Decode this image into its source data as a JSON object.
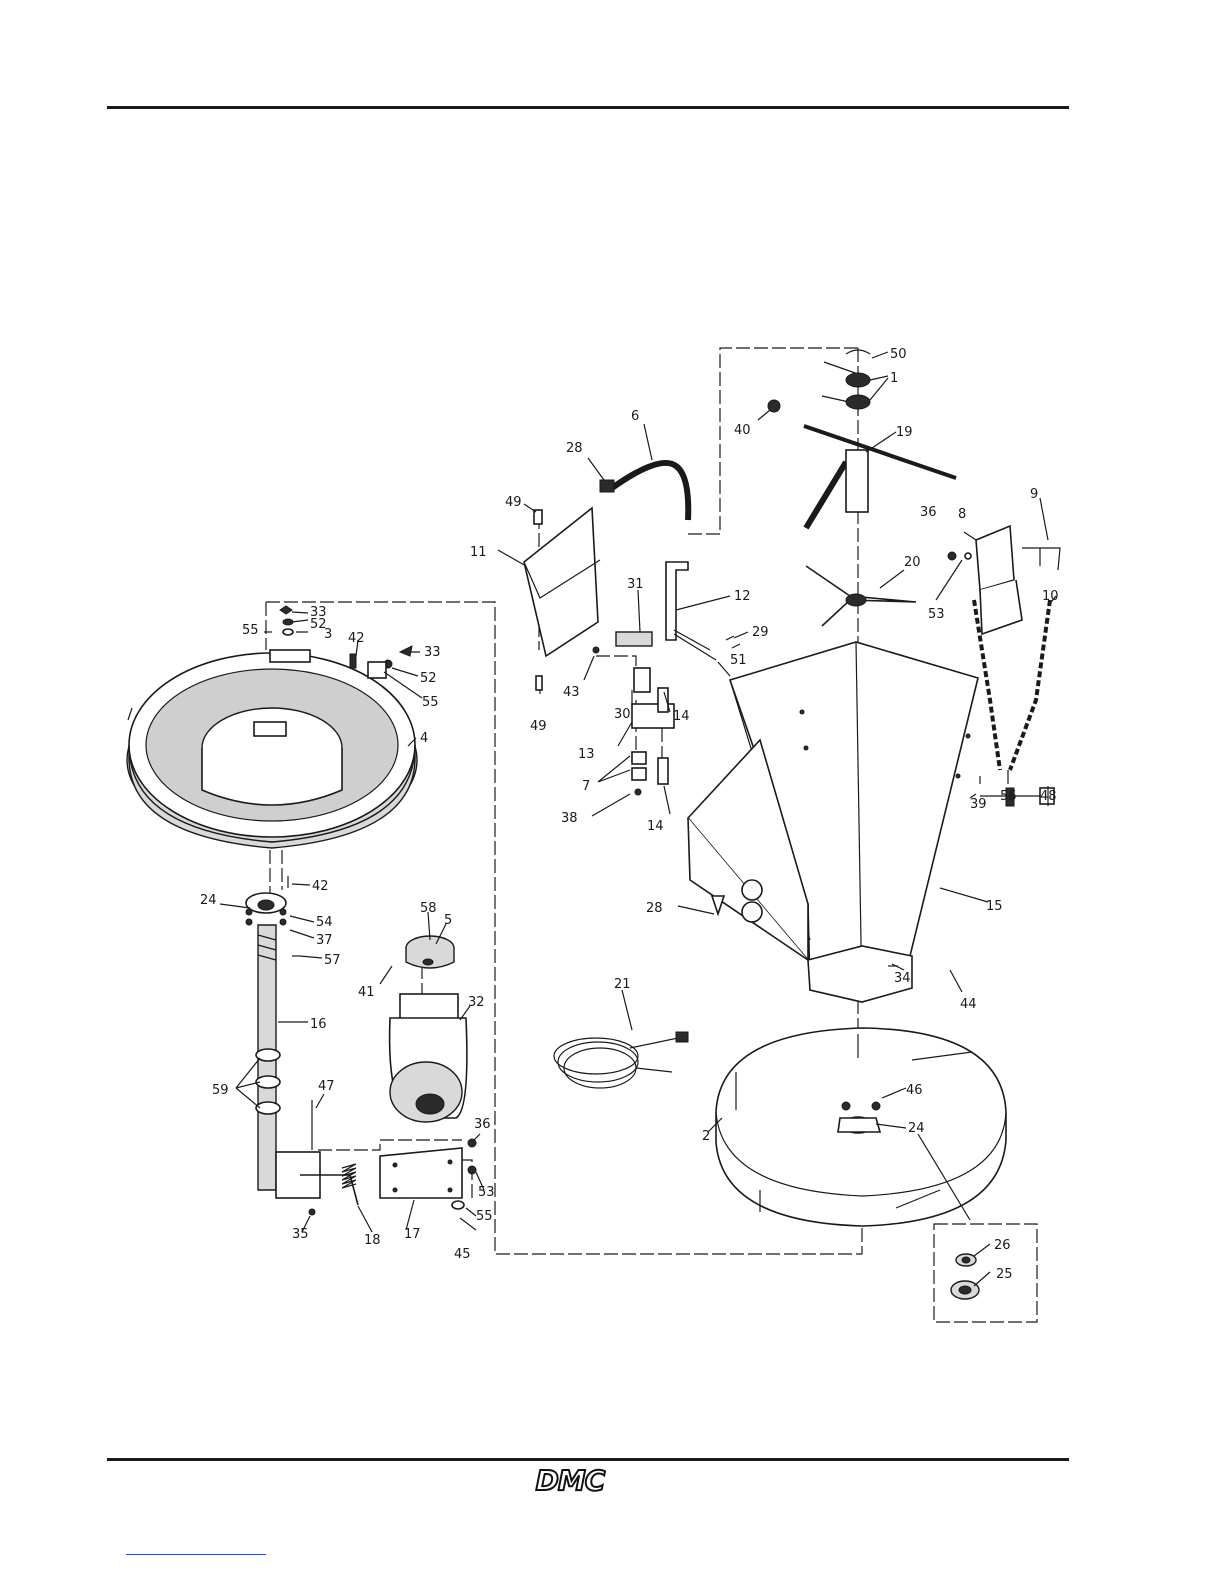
{
  "brand": {
    "logo_text": "DMC"
  },
  "callouts": [
    "1",
    "2",
    "3",
    "4",
    "5",
    "6",
    "7",
    "8",
    "9",
    "10",
    "11",
    "12",
    "13",
    "14",
    "15",
    "16",
    "17",
    "18",
    "19",
    "20",
    "21",
    "24",
    "25",
    "26",
    "28",
    "29",
    "30",
    "31",
    "32",
    "33",
    "34",
    "35",
    "36",
    "37",
    "38",
    "39",
    "40",
    "41",
    "42",
    "43",
    "44",
    "45",
    "46",
    "47",
    "48",
    "49",
    "50",
    "51",
    "52",
    "53",
    "54",
    "55",
    "56",
    "57",
    "58",
    "59"
  ]
}
